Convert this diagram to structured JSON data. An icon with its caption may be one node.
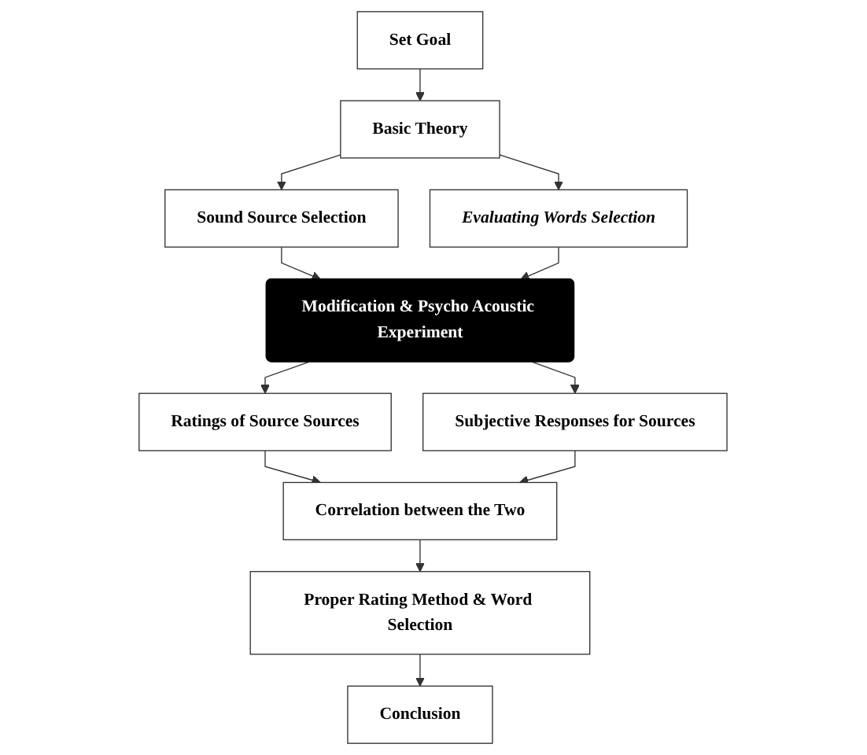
{
  "diagram": {
    "nodes": [
      {
        "text": [
          "Set Goal"
        ]
      },
      {
        "text": [
          "Basic Theory"
        ]
      },
      {
        "text": [
          "Sound Source Selection"
        ]
      },
      {
        "text": [
          "Evaluating Words Selection"
        ]
      },
      {
        "text": [
          "Modification & Psycho Acoustic Experiment"
        ]
      },
      {
        "text": [
          "Ratings of Source Sources"
        ]
      },
      {
        "text": [
          "Subjective Responses for Sources"
        ]
      },
      {
        "text": [
          "Correlation between the Two"
        ]
      },
      {
        "text": [
          "Proper Rating Method & Word Selection"
        ]
      },
      {
        "text": [
          "Conclusion"
        ]
      }
    ],
    "edges": [
      {
        "from": 0,
        "to": 1,
        "arrow": "to"
      },
      {
        "from": 1,
        "to": 2,
        "arrow": "to"
      },
      {
        "from": 1,
        "to": 3,
        "arrow": "to"
      },
      {
        "from": 2,
        "to": 4,
        "arrow": "to"
      },
      {
        "from": 3,
        "to": 4,
        "arrow": "to"
      },
      {
        "from": 4,
        "to": 5,
        "arrow": "to"
      },
      {
        "from": 4,
        "to": 6,
        "arrow": "to"
      },
      {
        "from": 5,
        "to": 7,
        "arrow": "to"
      },
      {
        "from": 6,
        "to": 7,
        "arrow": "to"
      },
      {
        "from": 7,
        "to": 8,
        "arrow": "to"
      },
      {
        "from": 8,
        "to": 9,
        "arrow": "to"
      }
    ]
  }
}
